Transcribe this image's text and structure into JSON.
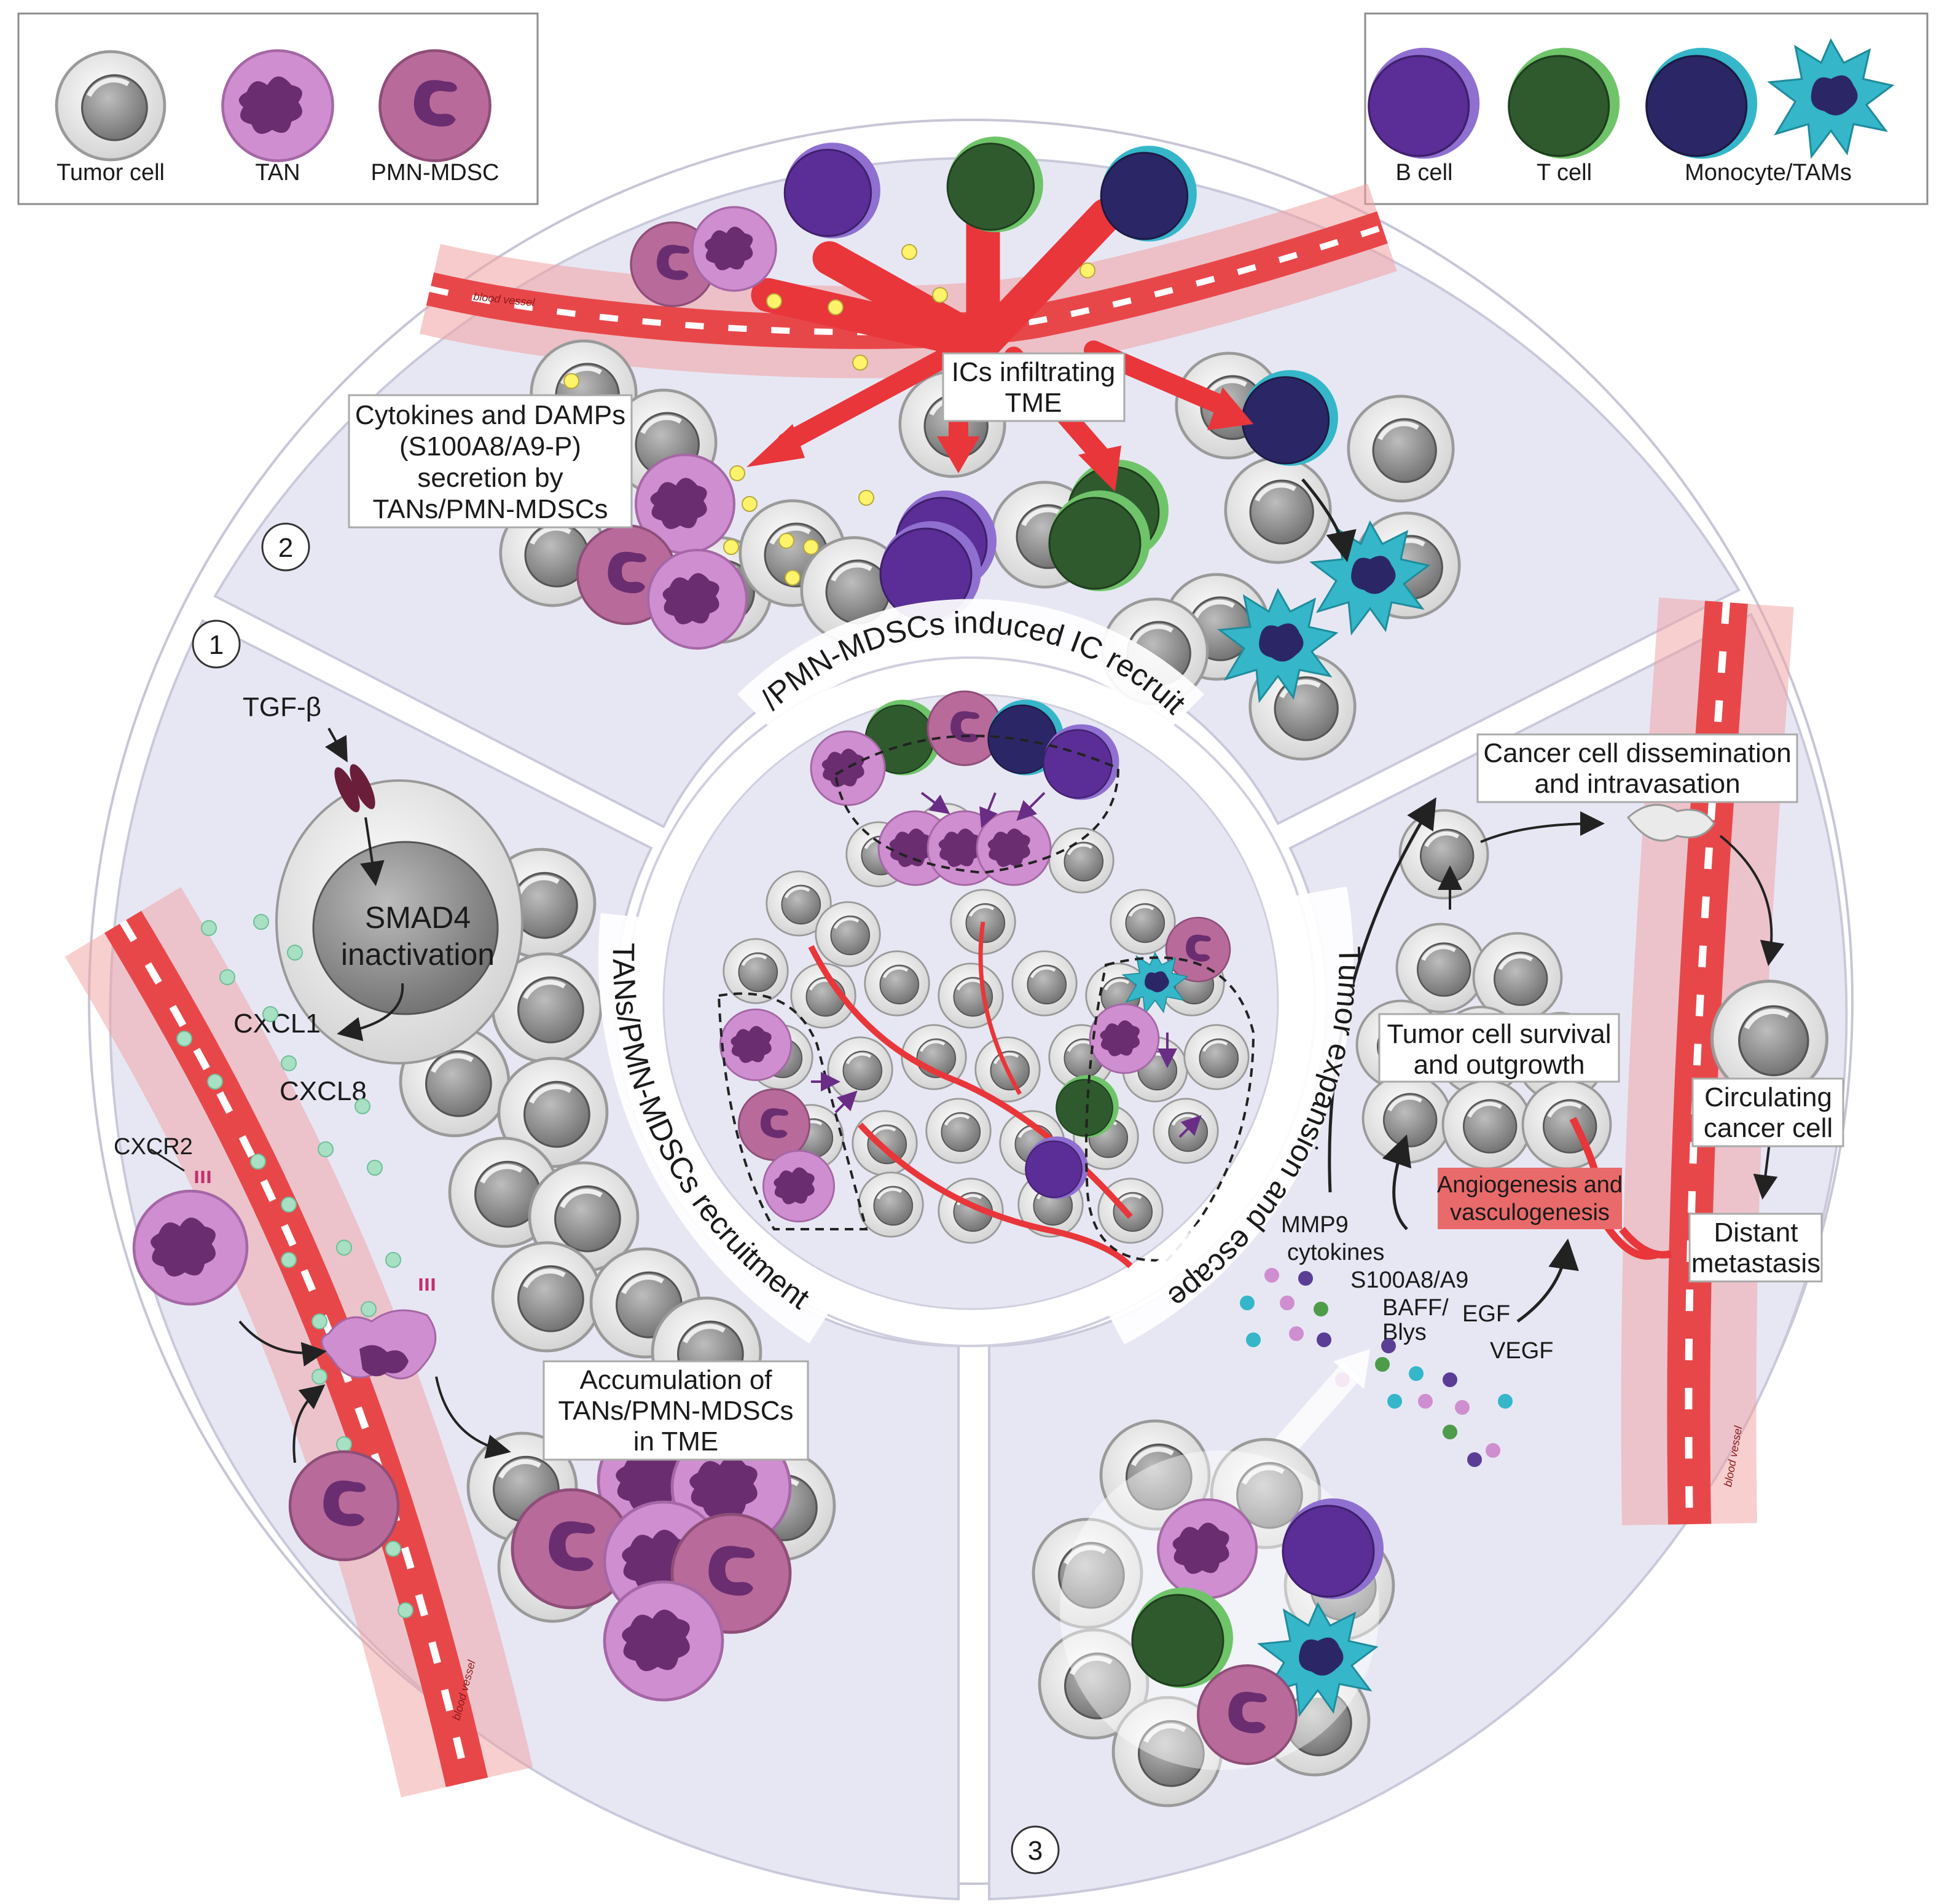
{
  "legend_left": {
    "tumor_cell": "Tumor cell",
    "tan": "TAN",
    "pmn_mdsc": "PMN-MDSC"
  },
  "legend_right": {
    "b_cell": "B cell",
    "t_cell": "T cell",
    "monocyte": "Monocyte/TAMs"
  },
  "section_numbers": {
    "one": "1",
    "two": "2",
    "three": "3"
  },
  "ring_labels": {
    "top": "TANs/PMN-MDSCs induced IC recruitment",
    "left": "TANs/PMN-MDSCs recruitment",
    "right": "Tumor expansion and escape"
  },
  "section2": {
    "ics_line1": "ICs infiltrating",
    "ics_line2": "TME",
    "cyt_line1": "Cytokines and DAMPs",
    "cyt_line2": "(S100A8/A9-P)",
    "cyt_line3": "secretion by",
    "cyt_line4": "TANs/PMN-MDSCs",
    "blood_vessel": "blood vessel"
  },
  "section1": {
    "tgf": "TGF-β",
    "smad_line1": "SMAD4",
    "smad_line2": "inactivation",
    "cxcl1": "CXCL1",
    "cxcl8": "CXCL8",
    "cxcr2": "CXCR2",
    "accum_line1": "Accumulation of",
    "accum_line2": "TANs/PMN-MDSCs",
    "accum_line3": "in TME",
    "blood_vessel": "blood vessel"
  },
  "section3": {
    "diss_line1": "Cancer cell dissemination",
    "diss_line2": "and intravasation",
    "surv_line1": "Tumor cell survival",
    "surv_line2": "and outgrowth",
    "circ_line1": "Circulating",
    "circ_line2": "cancer cell",
    "dist_line1": "Distant",
    "dist_line2": "metastasis",
    "angio_line1": "Angiogenesis and",
    "angio_line2": "vasculogenesis",
    "mmp9": "MMP9",
    "cytokines": "cytokines",
    "s100": "S100A8/A9",
    "baff_line1": "BAFF/",
    "baff_line2": "Blys",
    "egf": "EGF",
    "vegf": "VEGF",
    "blood_vessel": "blood vessel"
  },
  "colors": {
    "background_disc": "#e7e7f4",
    "tan": "#cf8ecf",
    "pmn_mdsc": "#b86a9a",
    "b_cell": "#6f3fa8",
    "t_cell": "#3d6b3a",
    "monocyte": "#35b6c9",
    "vessel": "#e8474a",
    "angio_box": "#e96a6a"
  }
}
